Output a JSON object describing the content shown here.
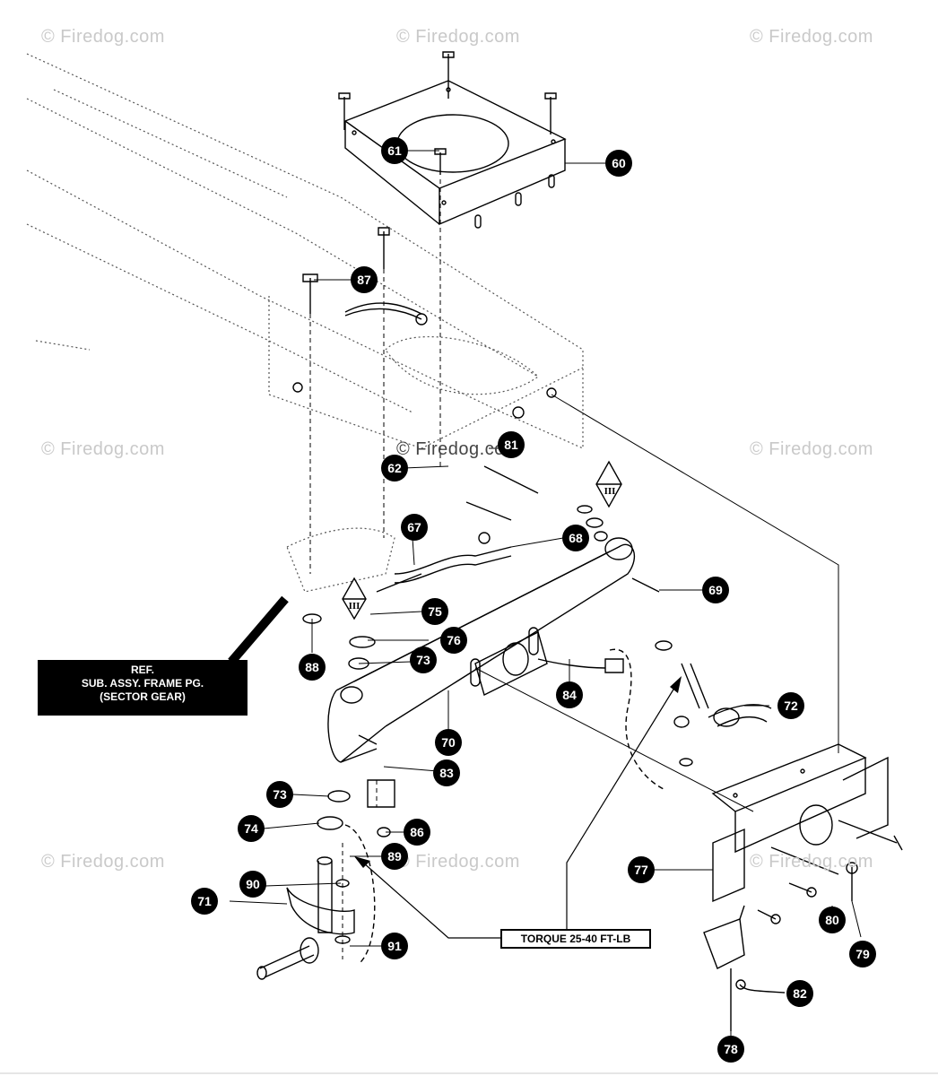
{
  "watermarks": [
    {
      "text": "© Firedog.com"
    },
    {
      "text": "© Firedog.com"
    },
    {
      "text": "© Firedog.com"
    },
    {
      "text": "© Firedog.com"
    },
    {
      "text": "© Firedog.com"
    },
    {
      "text": "© Firedog.com"
    },
    {
      "text": "© Firedog.com"
    },
    {
      "text": "© Firedog.com"
    },
    {
      "text": "© Firedog.com"
    }
  ],
  "reference_note": {
    "line1": "REF.",
    "line2": "SUB. ASSY. FRAME PG.",
    "line3": "(SECTOR GEAR)"
  },
  "torque_note": "TORQUE 25-40 FT-LB",
  "section_marker": "III",
  "callouts": {
    "c60": "60",
    "c61": "61",
    "c62": "62",
    "c67": "67",
    "c68": "68",
    "c69": "69",
    "c70": "70",
    "c71": "71",
    "c72": "72",
    "c73a": "73",
    "c73b": "73",
    "c74": "74",
    "c75": "75",
    "c76": "76",
    "c77": "77",
    "c78": "78",
    "c79": "79",
    "c80": "80",
    "c81": "81",
    "c82": "82",
    "c83": "83",
    "c84": "84",
    "c86": "86",
    "c87": "87",
    "c88": "88",
    "c89": "89",
    "c90": "90",
    "c91": "91"
  },
  "colors": {
    "line": "#000000",
    "callout": "#000000",
    "watermark": "#c9c9c9",
    "frame_dotted": "#555555"
  }
}
